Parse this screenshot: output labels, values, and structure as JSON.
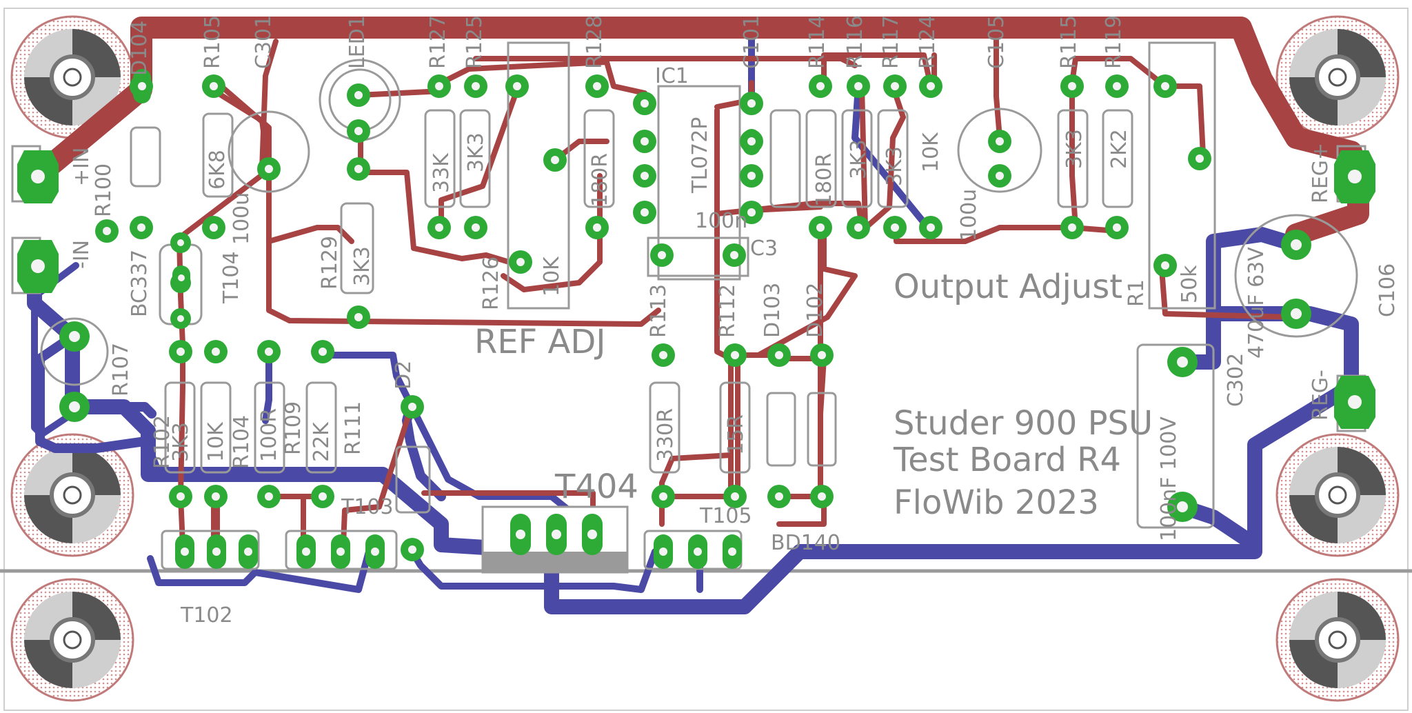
{
  "labels": {
    "d104": "D104",
    "r105": "R105",
    "c301": "C301",
    "led1": "LED1",
    "r127": "R127",
    "r125": "R125",
    "r128": "R128",
    "ic1": "IC1",
    "c101": "C101",
    "r114": "R114",
    "r116": "R116",
    "r117": "R117",
    "r124": "R124",
    "c105": "C105",
    "r115": "R115",
    "r119": "R119",
    "r100": "R100",
    "plus_in": "+IN",
    "minus_in": "-IN",
    "bc337": "BC337",
    "t104": "T104",
    "r129": "R129",
    "r126": "R126",
    "c3": "C3",
    "r113": "R113",
    "r112": "R112",
    "d103": "D103",
    "d102": "D102",
    "r1": "R1",
    "c106": "C106",
    "reg_plus": "REG+",
    "reg_minus": "REG-",
    "r107": "R107",
    "r102": "R102",
    "r104": "R104",
    "r109": "R109",
    "r111": "R111",
    "d2": "D2",
    "t102": "T102",
    "t103": "T103",
    "t404": "T404",
    "t105": "T105",
    "bd140": "BD140",
    "c302": "C302"
  },
  "values": {
    "r105": "6K8",
    "c301": "100u",
    "r127": "33K",
    "r125": "3K3",
    "r126": "10K",
    "r128": "180R",
    "ic1": "TL072P",
    "c3": "100n",
    "r114": "180R",
    "r116": "3K3",
    "r117": "3K3",
    "r124": "10K",
    "c105": "100u",
    "r115": "3K3",
    "r119": "2K2",
    "r1": "50k",
    "c106": "470uF 63V",
    "r129": "3K3",
    "r113": "330R",
    "r112": "15R",
    "r102": "3K3",
    "r104": "10K",
    "r109": "100R",
    "r111": "22K",
    "c302": "100nF 100V"
  },
  "annotations": {
    "ref_adj": "REF ADJ",
    "output_adjust": "Output Adjust",
    "line1": "Studer 900 PSU",
    "line2": "Test Board R4",
    "line3": "FloWib 2023"
  },
  "colors": {
    "top_copper": "#a84343",
    "bottom_copper": "#4a4aa6",
    "pads": "#2eaa37",
    "silkscreen": "#8a8a8a",
    "mounting_hole": "#c07a7a"
  }
}
